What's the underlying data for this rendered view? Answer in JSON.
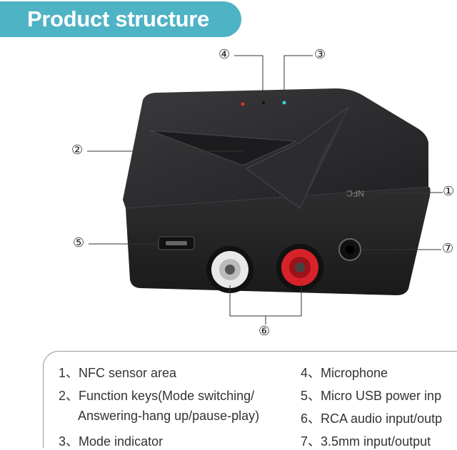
{
  "title": "Product structure",
  "device": {
    "nfc_label": "NFC"
  },
  "callouts": [
    "①",
    "②",
    "③",
    "④",
    "⑤",
    "⑥",
    "⑦"
  ],
  "features": [
    {
      "num": "1、",
      "text": "NFC sensor area"
    },
    {
      "num": "2、",
      "text": "Function keys(Mode switching/"
    },
    {
      "num": "",
      "text": "Answering-hang up/pause-play)"
    },
    {
      "num": "3、",
      "text": "Mode indicator"
    },
    {
      "num": "4、",
      "text": "Microphone"
    },
    {
      "num": "5、",
      "text": "Micro USB power inp"
    },
    {
      "num": "6、",
      "text": "RCA audio input/outp"
    },
    {
      "num": "7、",
      "text": "3.5mm input/output"
    }
  ],
  "colors": {
    "accent": "#4eb3c4",
    "device": "#2a2a2c"
  }
}
